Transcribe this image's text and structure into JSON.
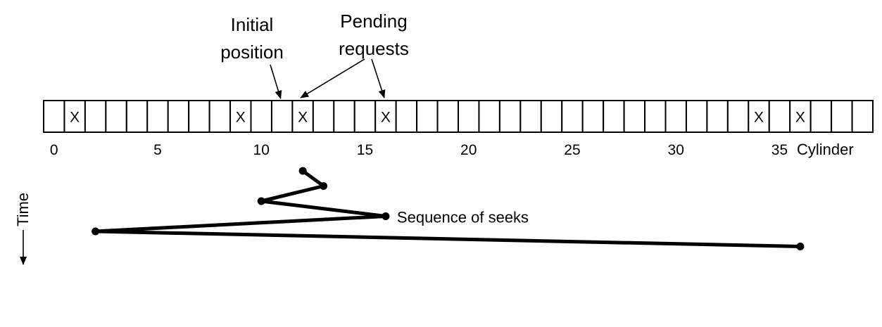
{
  "diagram": {
    "cylinder_count": 40,
    "cylinder_word": "Cylinder",
    "tick_labels": [
      {
        "cylinder": 0,
        "label": "0"
      },
      {
        "cylinder": 5,
        "label": "5"
      },
      {
        "cylinder": 10,
        "label": "10"
      },
      {
        "cylinder": 15,
        "label": "15"
      },
      {
        "cylinder": 20,
        "label": "20"
      },
      {
        "cylinder": 25,
        "label": "25"
      },
      {
        "cylinder": 30,
        "label": "30"
      },
      {
        "cylinder": 35,
        "label": "35"
      }
    ],
    "request_mark": "X",
    "pending_request_cylinders": [
      1,
      9,
      12,
      16,
      34,
      36
    ],
    "initial_position_cylinder": 11,
    "callouts": {
      "initial_position": [
        "Initial",
        "position"
      ],
      "pending_requests": [
        "Pending",
        "requests"
      ]
    },
    "time_label": "Time",
    "sequence_label": "Sequence of seeks",
    "seek_sequence": [
      {
        "step": 0,
        "cylinder": 12
      },
      {
        "step": 1,
        "cylinder": 13
      },
      {
        "step": 2,
        "cylinder": 10
      },
      {
        "step": 3,
        "cylinder": 16
      },
      {
        "step": 4,
        "cylinder": 2
      },
      {
        "step": 5,
        "cylinder": 36
      }
    ]
  }
}
